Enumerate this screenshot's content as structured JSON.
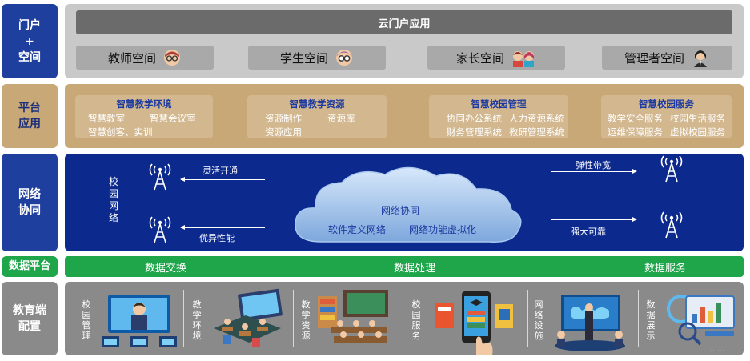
{
  "rows": {
    "portal": "门户\n+\n空间",
    "platform": "平台\n应用",
    "network": "网络\n协同",
    "data": "数据平台",
    "terminal": "教育端\n配置"
  },
  "portal": {
    "bar_title": "云门户应用",
    "spaces": [
      "教师空间",
      "学生空间",
      "家长空间",
      "管理者空间"
    ]
  },
  "platform": {
    "boxes": [
      {
        "title": "智慧教学环境",
        "items": [
          "智慧教室",
          "智慧会议室",
          "智慧创客、实训"
        ]
      },
      {
        "title": "智慧教学资源",
        "items": [
          "资源制作",
          "资源库",
          "资源应用"
        ]
      },
      {
        "title": "智慧校园管理",
        "items": [
          "协同办公系统",
          "人力资源系统",
          "财务管理系统",
          "教研管理系统"
        ]
      },
      {
        "title": "智慧校园服务",
        "items": [
          "教学安全服务",
          "校园生活服务",
          "运维保障服务",
          "虚拟校园服务"
        ]
      }
    ]
  },
  "network": {
    "campus_label": "校园网络",
    "left_top": "灵活开通",
    "left_bottom": "优异性能",
    "right_top": "弹性带宽",
    "right_bottom": "强大可靠",
    "cloud_title": "网络协同",
    "cloud_left": "软件定义网络",
    "cloud_right": "网络功能虚拟化"
  },
  "data": {
    "items": [
      "数据交换",
      "数据处理",
      "数据服务"
    ]
  },
  "terminal": {
    "items": [
      "校园管理",
      "教学环境",
      "教学资源",
      "校园服务",
      "网络设施",
      "数据展示"
    ],
    "more": "……"
  },
  "colors": {
    "blue": "#1e3f9e",
    "tan": "#c9a877",
    "green": "#1fa54a",
    "gray": "#8a8a8a",
    "network_bg": "#0c2a8e"
  }
}
